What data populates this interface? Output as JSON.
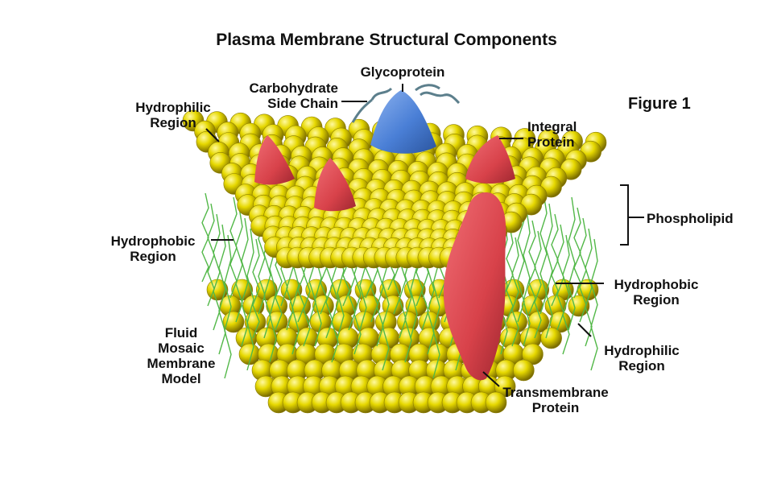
{
  "title": "Plasma Membrane Structural Components",
  "figure_label": "Figure 1",
  "labels": {
    "glycoprotein": "Glycoprotein",
    "carbohydrate": [
      "Carbohydrate",
      "Side Chain"
    ],
    "hydrophilic_top": [
      "Hydrophilic",
      "Region"
    ],
    "integral_protein": [
      "Integral",
      "Protein"
    ],
    "phospholipid": "Phospholipid",
    "hydrophobic_left": [
      "Hydrophobic",
      "Region"
    ],
    "hydrophobic_right": [
      "Hydrophobic",
      "Region"
    ],
    "hydrophilic_right": [
      "Hydrophilic",
      "Region"
    ],
    "fluid_mosaic": [
      "Fluid",
      "Mosaic",
      "Membrane",
      "Model"
    ],
    "transmembrane": [
      "Transmembrane",
      "Protein"
    ]
  },
  "colors": {
    "phospholipid_head": "#e6d800",
    "phospholipid_head_shade": "#8a7c00",
    "lipid_tail": "#52b848",
    "integral_protein": "#e0474f",
    "glycoprotein": "#4a7fd6",
    "carbohydrate_chain": "#5c7f8c",
    "leader_line": "#111111"
  }
}
